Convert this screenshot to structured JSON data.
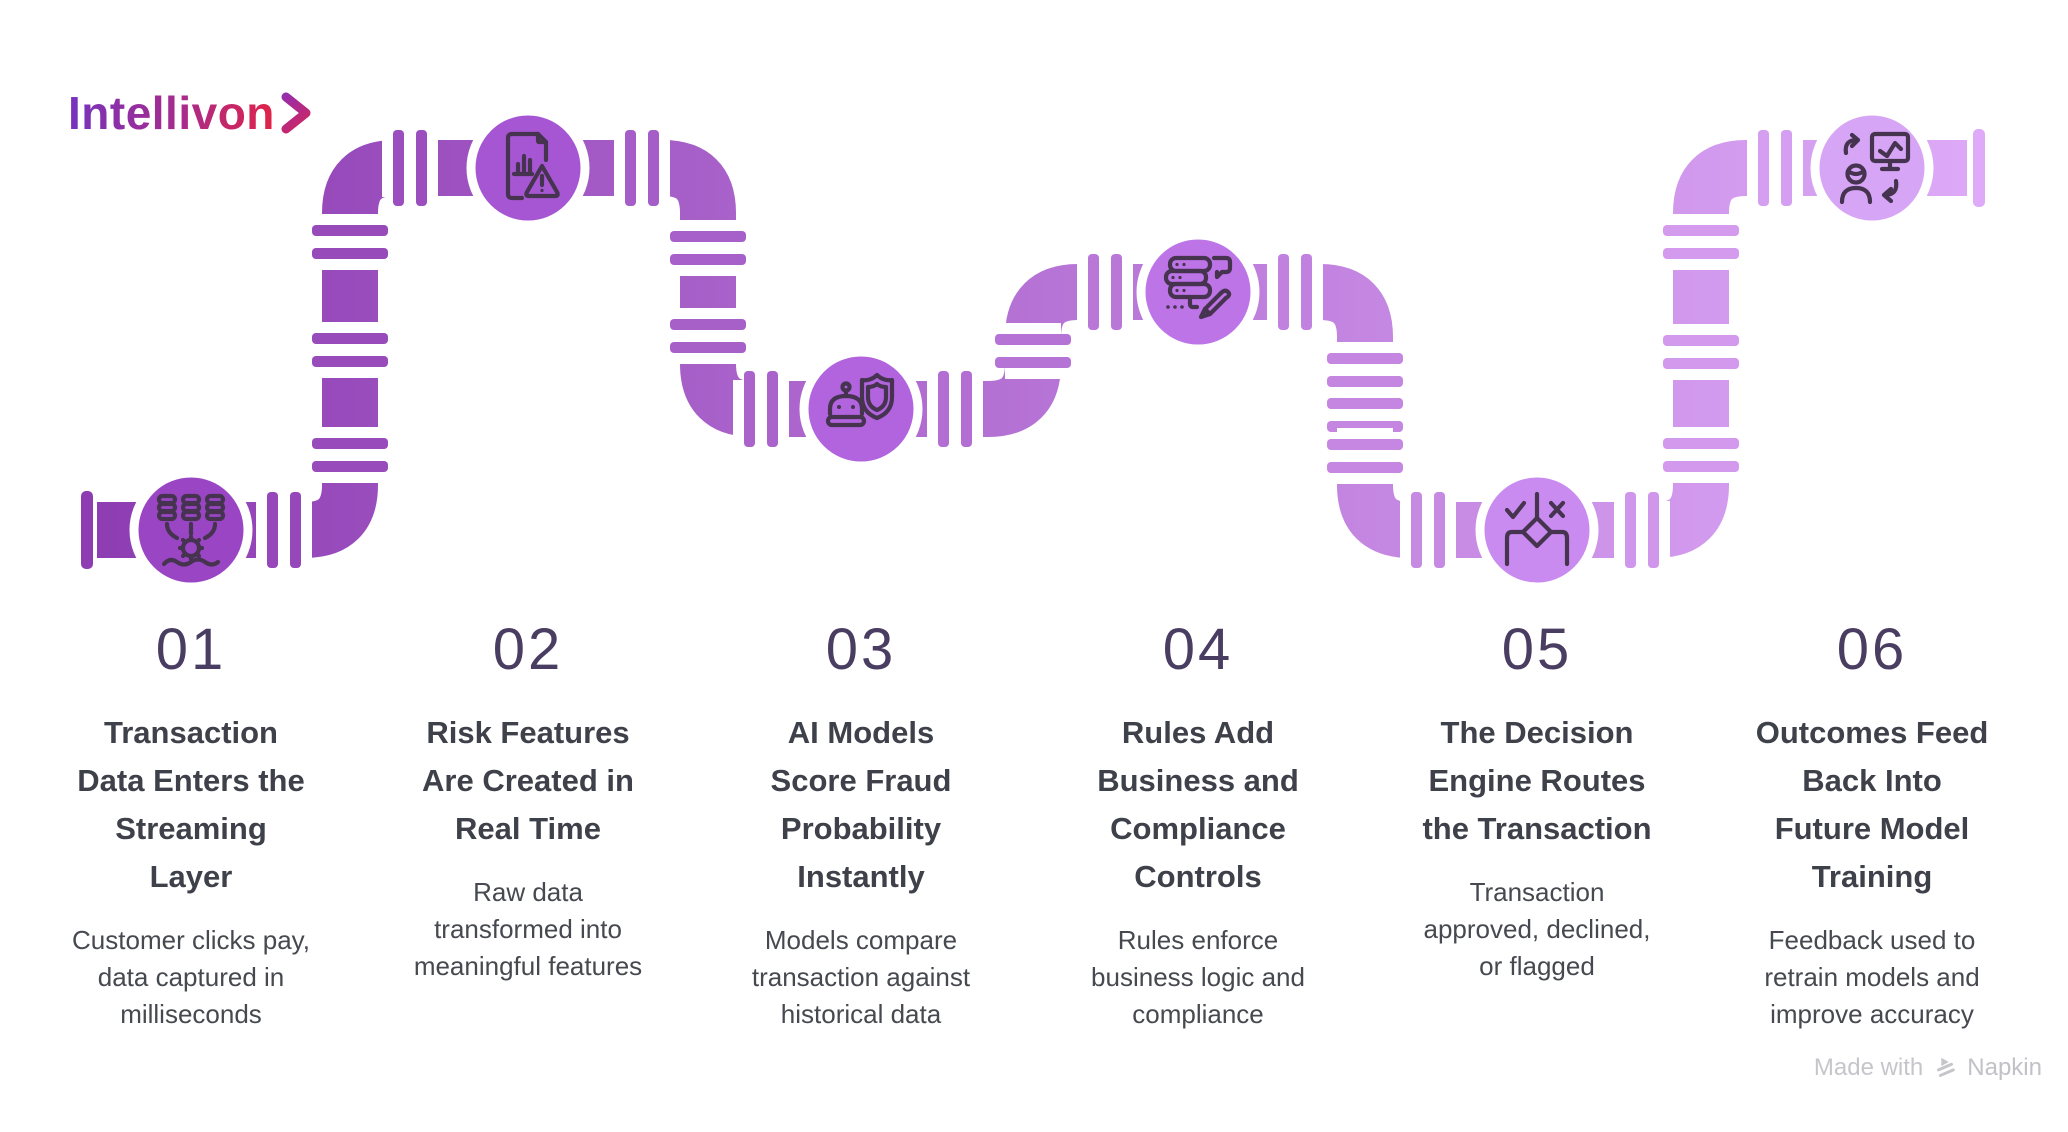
{
  "logo": {
    "text": "Intellivon"
  },
  "colors": {
    "pipe_start": "#8d3cb2",
    "pipe_end": "#deaaf8",
    "icon_stroke": "#463350",
    "number": "#4a3d62",
    "title": "#3e4149",
    "description": "#46494f",
    "logo_gradient": [
      "#7733bd",
      "#a82b8c",
      "#e02347"
    ]
  },
  "steps": [
    {
      "number": "01",
      "title": "Transaction\nData Enters the\nStreaming\nLayer",
      "description": "Customer clicks pay,\ndata captured in\nmilliseconds",
      "icon": "streaming-data-icon"
    },
    {
      "number": "02",
      "title": "Risk Features\nAre Created in\nReal Time",
      "description": "Raw data\ntransformed into\nmeaningful features",
      "icon": "risk-report-icon"
    },
    {
      "number": "03",
      "title": "AI Models\nScore Fraud\nProbability\nInstantly",
      "description": "Models compare\ntransaction against\nhistorical data",
      "icon": "ai-shield-icon"
    },
    {
      "number": "04",
      "title": "Rules Add\nBusiness and\nCompliance\nControls",
      "description": "Rules enforce\nbusiness logic and\ncompliance",
      "icon": "rules-server-icon"
    },
    {
      "number": "05",
      "title": "The Decision\nEngine Routes\nthe Transaction",
      "description": "Transaction\napproved, declined,\nor flagged",
      "icon": "decision-routing-icon"
    },
    {
      "number": "06",
      "title": "Outcomes Feed\nBack Into\nFuture Model\nTraining",
      "description": "Feedback used to\nretrain models and\nimprove accuracy",
      "icon": "feedback-loop-icon"
    }
  ],
  "footer": {
    "made_with": "Made with",
    "brand": "Napkin"
  }
}
